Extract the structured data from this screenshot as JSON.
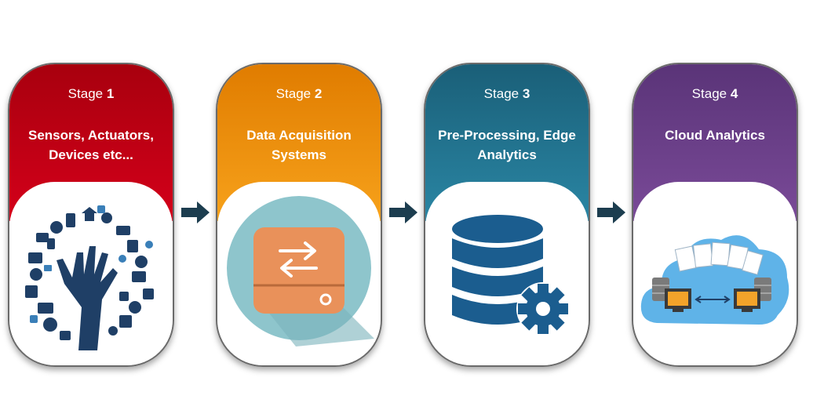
{
  "colors": {
    "stage1": "#c20010",
    "stage2": "#f39200",
    "stage3": "#1f6f8b",
    "stage4": "#6a3f86",
    "arrow": "#1c3d4f",
    "icon_navy": "#1f3f66",
    "drive_orange": "#e9915a",
    "drive_circle": "#8ec5cc",
    "db_blue": "#1b5d8f",
    "cloud_blue": "#5fb3e8"
  },
  "stages": [
    {
      "label": "Stage",
      "number": "1",
      "description_line1": "Sensors, Actuators,",
      "description_line2": "Devices etc...",
      "icon": "iot-devices-tree-icon"
    },
    {
      "label": "Stage",
      "number": "2",
      "description_line1": "Data Acquisition",
      "description_line2": "Systems",
      "icon": "data-transfer-drive-icon"
    },
    {
      "label": "Stage",
      "number": "3",
      "description_line1": "Pre-Processing, Edge",
      "description_line2": "Analytics",
      "icon": "database-gear-icon"
    },
    {
      "label": "Stage",
      "number": "4",
      "description_line1": "Cloud Analytics",
      "description_line2": "",
      "icon": "cloud-analytics-icon"
    }
  ],
  "arrows": [
    {
      "icon": "arrow-right-icon"
    },
    {
      "icon": "arrow-right-icon"
    },
    {
      "icon": "arrow-right-icon"
    }
  ]
}
